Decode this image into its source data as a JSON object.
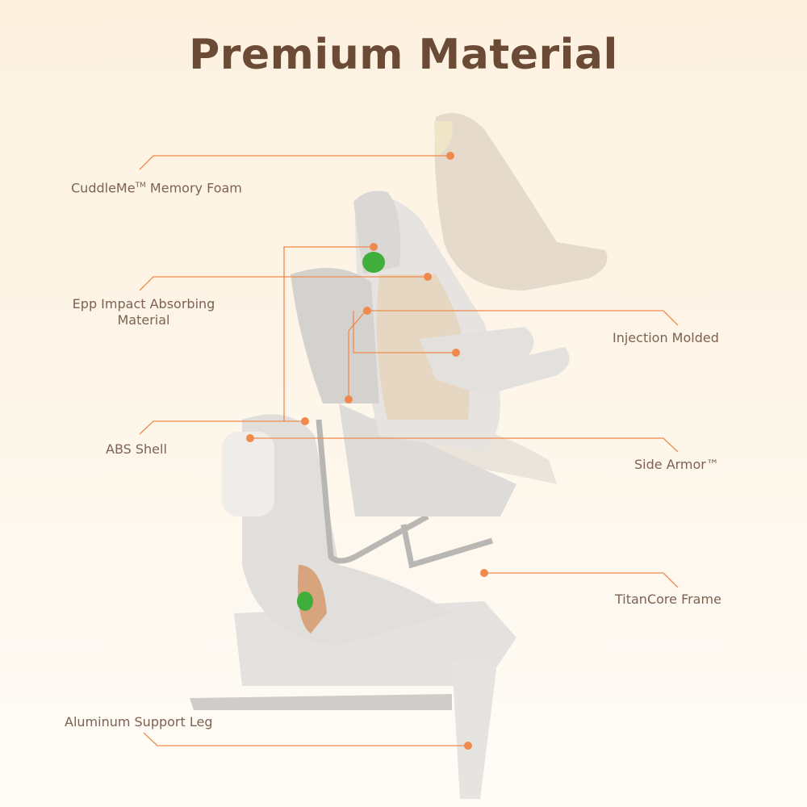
{
  "title": "Premium Material",
  "labels": {
    "memory_foam": "CuddleMe",
    "memory_foam_tm": "TM",
    "memory_foam_rest": " Memory Foam",
    "epp_line1": "Epp Impact Absorbing",
    "epp_line2": "Material",
    "abs": "ABS Shell",
    "injection": "Injection Molded",
    "side_armor": "Side Armor™",
    "titancore": "TitanCore Frame",
    "support_leg": "Aluminum Support Leg"
  },
  "colors": {
    "accent": "#ef8a4c",
    "title": "#6b4a36",
    "label": "#7d6253"
  }
}
